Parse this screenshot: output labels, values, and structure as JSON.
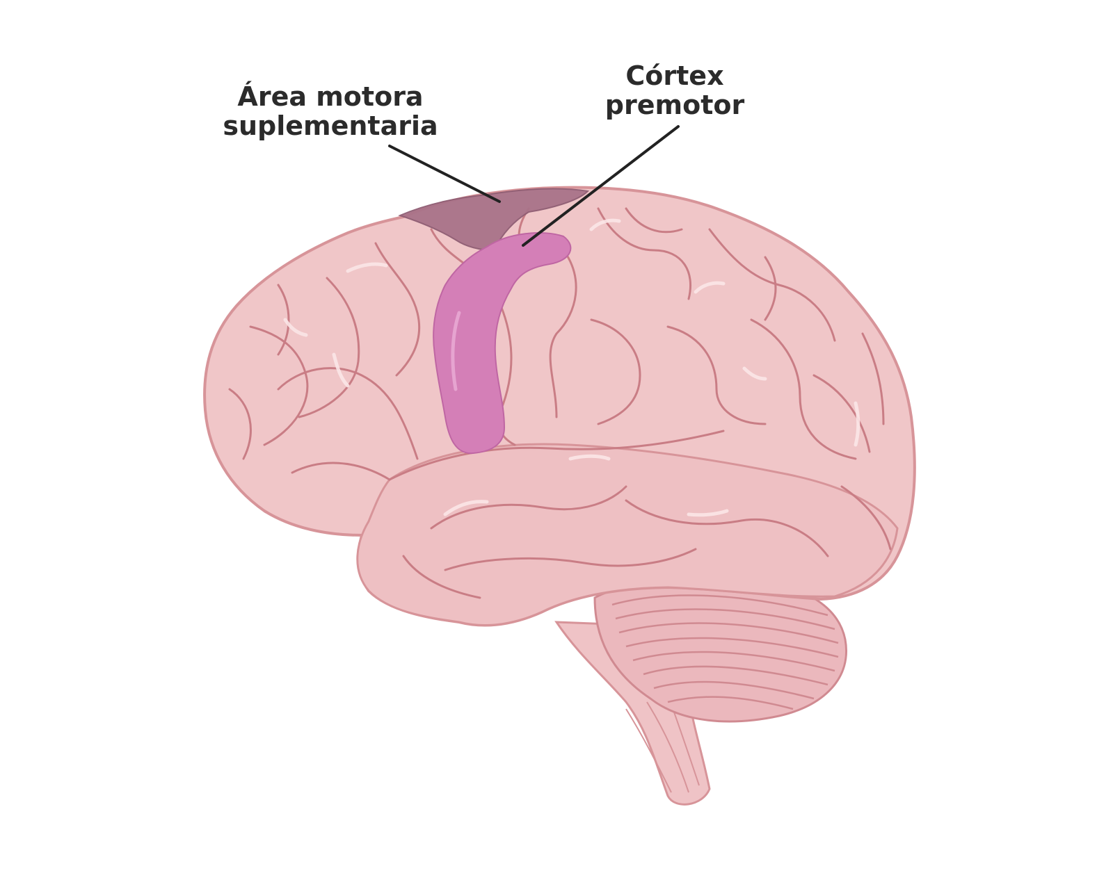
{
  "labels": {
    "supplementary_motor_area": {
      "line1": "Área motora",
      "line2": "suplementaria"
    },
    "premotor_cortex": {
      "line1": "Córtex",
      "line2": "premotor"
    }
  },
  "colors": {
    "background": "#ffffff",
    "brain_fill": "#f0c6c8",
    "brain_shade": "#e7b0b4",
    "brain_outline": "#d79499",
    "gyrus_line": "#c97d85",
    "supplementary_motor_area": "#a97389",
    "premotor_cortex": "#d47fb7",
    "leader_line": "#222222",
    "label_text": "#2b2b2b"
  }
}
